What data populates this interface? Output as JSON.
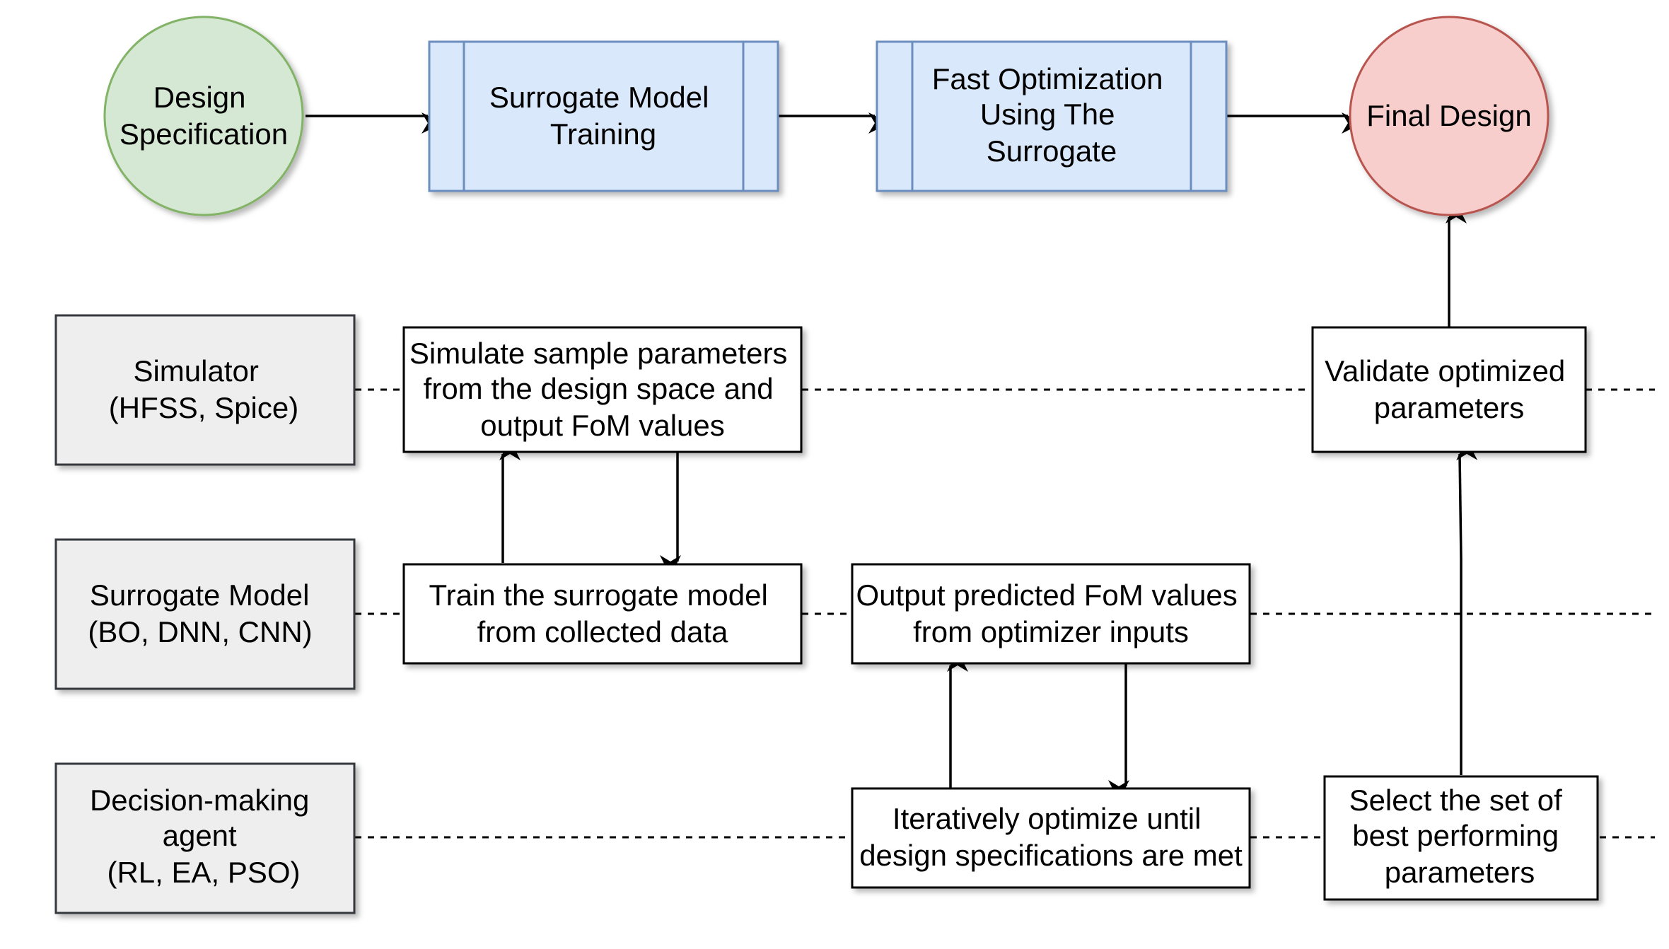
{
  "pipeline": {
    "design_spec": {
      "lines": [
        "Design",
        "Specification"
      ],
      "fill": "#d5e8d4",
      "stroke": "#82b366"
    },
    "surrogate_training": {
      "lines": [
        "Surrogate Model",
        "Training"
      ],
      "fill": "#dae8fc",
      "stroke": "#6c8ebf"
    },
    "fast_optimization": {
      "lines": [
        "Fast Optimization",
        "Using The",
        "Surrogate"
      ],
      "fill": "#dae8fc",
      "stroke": "#6c8ebf"
    },
    "final_design": {
      "lines": [
        "Final Design"
      ],
      "fill": "#f8cecc",
      "stroke": "#b85450"
    }
  },
  "lanes": {
    "simulator": {
      "lines": [
        "Simulator",
        "(HFSS, Spice)"
      ],
      "fill": "#eeeeee",
      "stroke": "#36393d"
    },
    "surrogate_model": {
      "lines": [
        "Surrogate Model",
        "(BO, DNN, CNN)"
      ],
      "fill": "#eeeeee",
      "stroke": "#36393d"
    },
    "decision_agent": {
      "lines": [
        "Decision-making",
        "agent",
        "(RL, EA, PSO)"
      ],
      "fill": "#eeeeee",
      "stroke": "#36393d"
    }
  },
  "steps": {
    "simulate_samples": {
      "lines": [
        "Simulate sample parameters",
        "from the design space and",
        "output FoM values"
      ]
    },
    "validate_params": {
      "lines": [
        "Validate optimized",
        "parameters"
      ]
    },
    "train_surrogate": {
      "lines": [
        "Train the surrogate model",
        "from collected data"
      ]
    },
    "predict_fom": {
      "lines": [
        "Output predicted FoM values",
        "from optimizer inputs"
      ]
    },
    "iterate_optimize": {
      "lines": [
        "Iteratively optimize until",
        "design specifications are met"
      ]
    },
    "select_best": {
      "lines": [
        "Select the set of",
        "best performing",
        "parameters"
      ]
    }
  },
  "colors": {
    "step_fill": "#ffffff",
    "step_stroke": "#000000",
    "edge": "#000000"
  }
}
